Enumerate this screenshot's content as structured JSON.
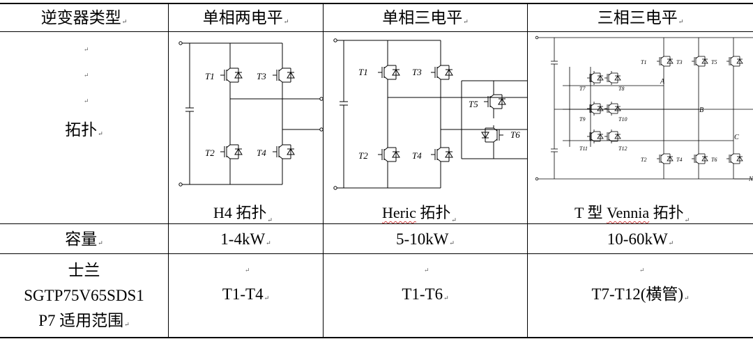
{
  "table": {
    "headers": [
      "逆变器类型",
      "单相两电平",
      "单相三电平",
      "三相三电平"
    ],
    "para_mark": "↵",
    "rows": {
      "topology": {
        "label": "拓扑",
        "captions": {
          "h4_prefix": "H4",
          "h4_suffix": "拓扑",
          "heric_word": "Heric",
          "heric_suffix": "拓扑",
          "tt_prefix": "T",
          "tt_mid": "型",
          "tt_word": "Vennia",
          "tt_suffix": "拓扑"
        }
      },
      "capacity": {
        "label": "容量",
        "values": [
          "1-4kW",
          "5-10kW",
          "10-60kW"
        ]
      },
      "device": {
        "label_lines": [
          "士兰",
          "SGTP75V65SDS1",
          "P7 适用范围"
        ],
        "values": [
          "T1-T4",
          "T1-T6",
          "T7-T12(横管)"
        ]
      }
    }
  },
  "circuits": {
    "h4": {
      "labels": [
        "T1",
        "T3",
        "T2",
        "T4"
      ]
    },
    "heric": {
      "labels": [
        "T1",
        "T3",
        "T5",
        "T6",
        "T2",
        "T4"
      ]
    },
    "tt": {
      "phase_labels": [
        "A",
        "B",
        "C",
        "N"
      ],
      "top_labels": [
        "T1",
        "T3",
        "T5"
      ],
      "bottom_labels": [
        "T2",
        "T4",
        "T6"
      ],
      "mid_labels": [
        "T7",
        "T8",
        "T9",
        "T10",
        "T11",
        "T12"
      ]
    }
  }
}
